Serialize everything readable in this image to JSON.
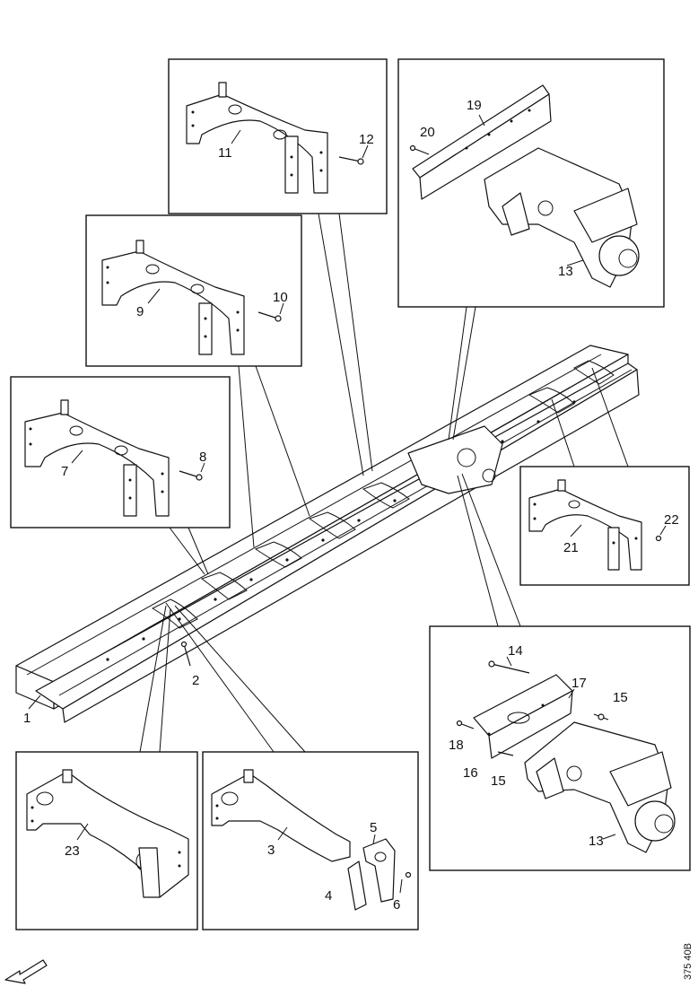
{
  "diagram": {
    "reference": "375 40B",
    "callouts": {
      "c1": "1",
      "c2": "2",
      "c3": "3",
      "c4": "4",
      "c5": "5",
      "c6": "6",
      "c7": "7",
      "c8": "8",
      "c9": "9",
      "c10": "10",
      "c11": "11",
      "c12": "12",
      "c13a": "13",
      "c13b": "13",
      "c14": "14",
      "c15a": "15",
      "c15b": "15",
      "c16": "16",
      "c17": "17",
      "c18": "18",
      "c19": "19",
      "c20": "20",
      "c21": "21",
      "c22": "22",
      "c23": "23"
    }
  }
}
